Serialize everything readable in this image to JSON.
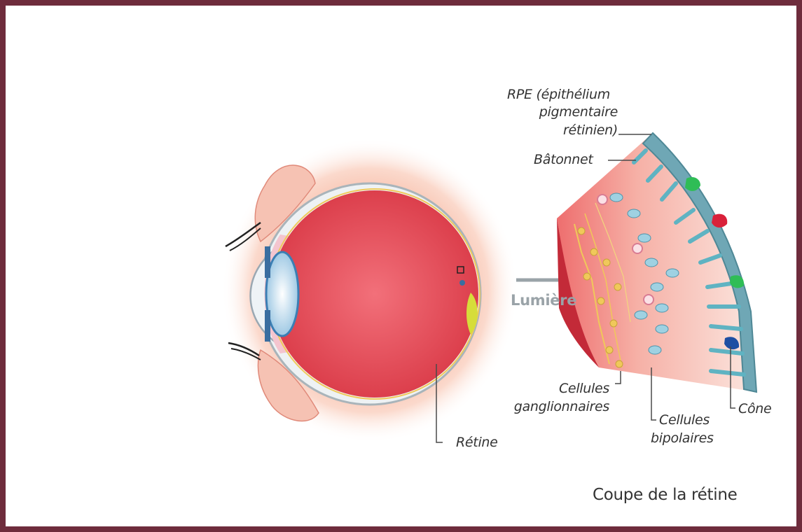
{
  "colors": {
    "frame": "#6e2c3c",
    "eye_interior": "#ee5a64",
    "retina_tissue": "#f3bcb3",
    "rpe_layer": "#6fa7b5",
    "rod": "#5fb3c2",
    "cone_green": "#2fbd56",
    "cone_red": "#d9213a",
    "cone_blue": "#1e4fa3",
    "ganglion": "#f0c85a",
    "arrow": "#9aa3a8"
  },
  "labels": {
    "rpe_line1": "RPE (épithélium",
    "rpe_line2": "pigmentaire",
    "rpe_line3": "rétinien)",
    "batonnet": "Bâtonnet",
    "lumiere": "Lumière",
    "ganglion_line1": "Cellules",
    "ganglion_line2": "ganglionnaires",
    "bipolar_line1": "Cellules",
    "bipolar_line2": "bipolaires",
    "cone": "Cône",
    "retine": "Rétine"
  },
  "caption": "Coupe de la rétine",
  "icons": [
    "eye-cross-section-icon",
    "retina-section-icon",
    "light-arrow-icon"
  ]
}
